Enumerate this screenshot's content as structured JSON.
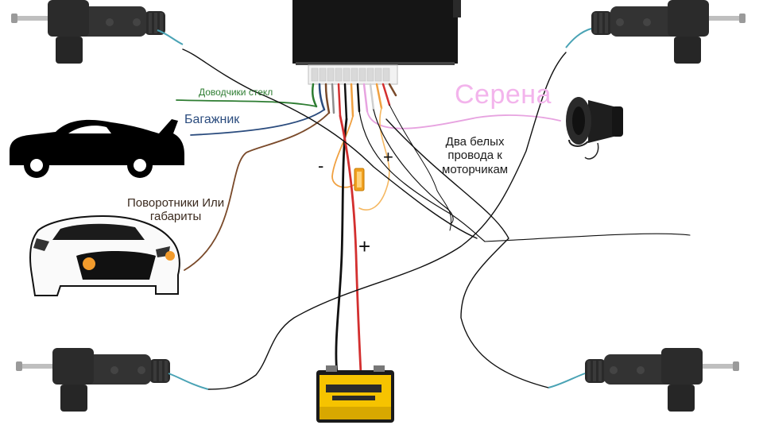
{
  "labels": {
    "power_windows": "Доводчики стекл",
    "trunk": "Багажник",
    "turn_signals_line1": "Поворотники Или",
    "turn_signals_line2": "габариты",
    "siren": "Серена",
    "white_wires_line1": "Два белых",
    "white_wires_line2": "провода к",
    "white_wires_line3": "моторчикам"
  },
  "signs": {
    "minus": "-",
    "plus_upper": "+",
    "plus_lower": "+"
  },
  "colors": {
    "wire_black": "#111111",
    "wire_red": "#d32f2f",
    "wire_brown": "#7a4a2a",
    "wire_green": "#2e7d32",
    "wire_blue": "#2b4c7e",
    "wire_pink": "#e7a3e0",
    "wire_orange": "#f0a040",
    "actuator_lead": "#4aa3b5",
    "battery_yellow": "#f6c300"
  },
  "icons": {
    "control_unit": "alarm-control-unit-icon",
    "actuator": "door-lock-actuator-icon",
    "car_side": "car-silhouette-icon",
    "car_front": "car-front-icon",
    "siren": "siren-horn-icon",
    "battery": "car-battery-icon",
    "fuse": "fuse-icon"
  }
}
